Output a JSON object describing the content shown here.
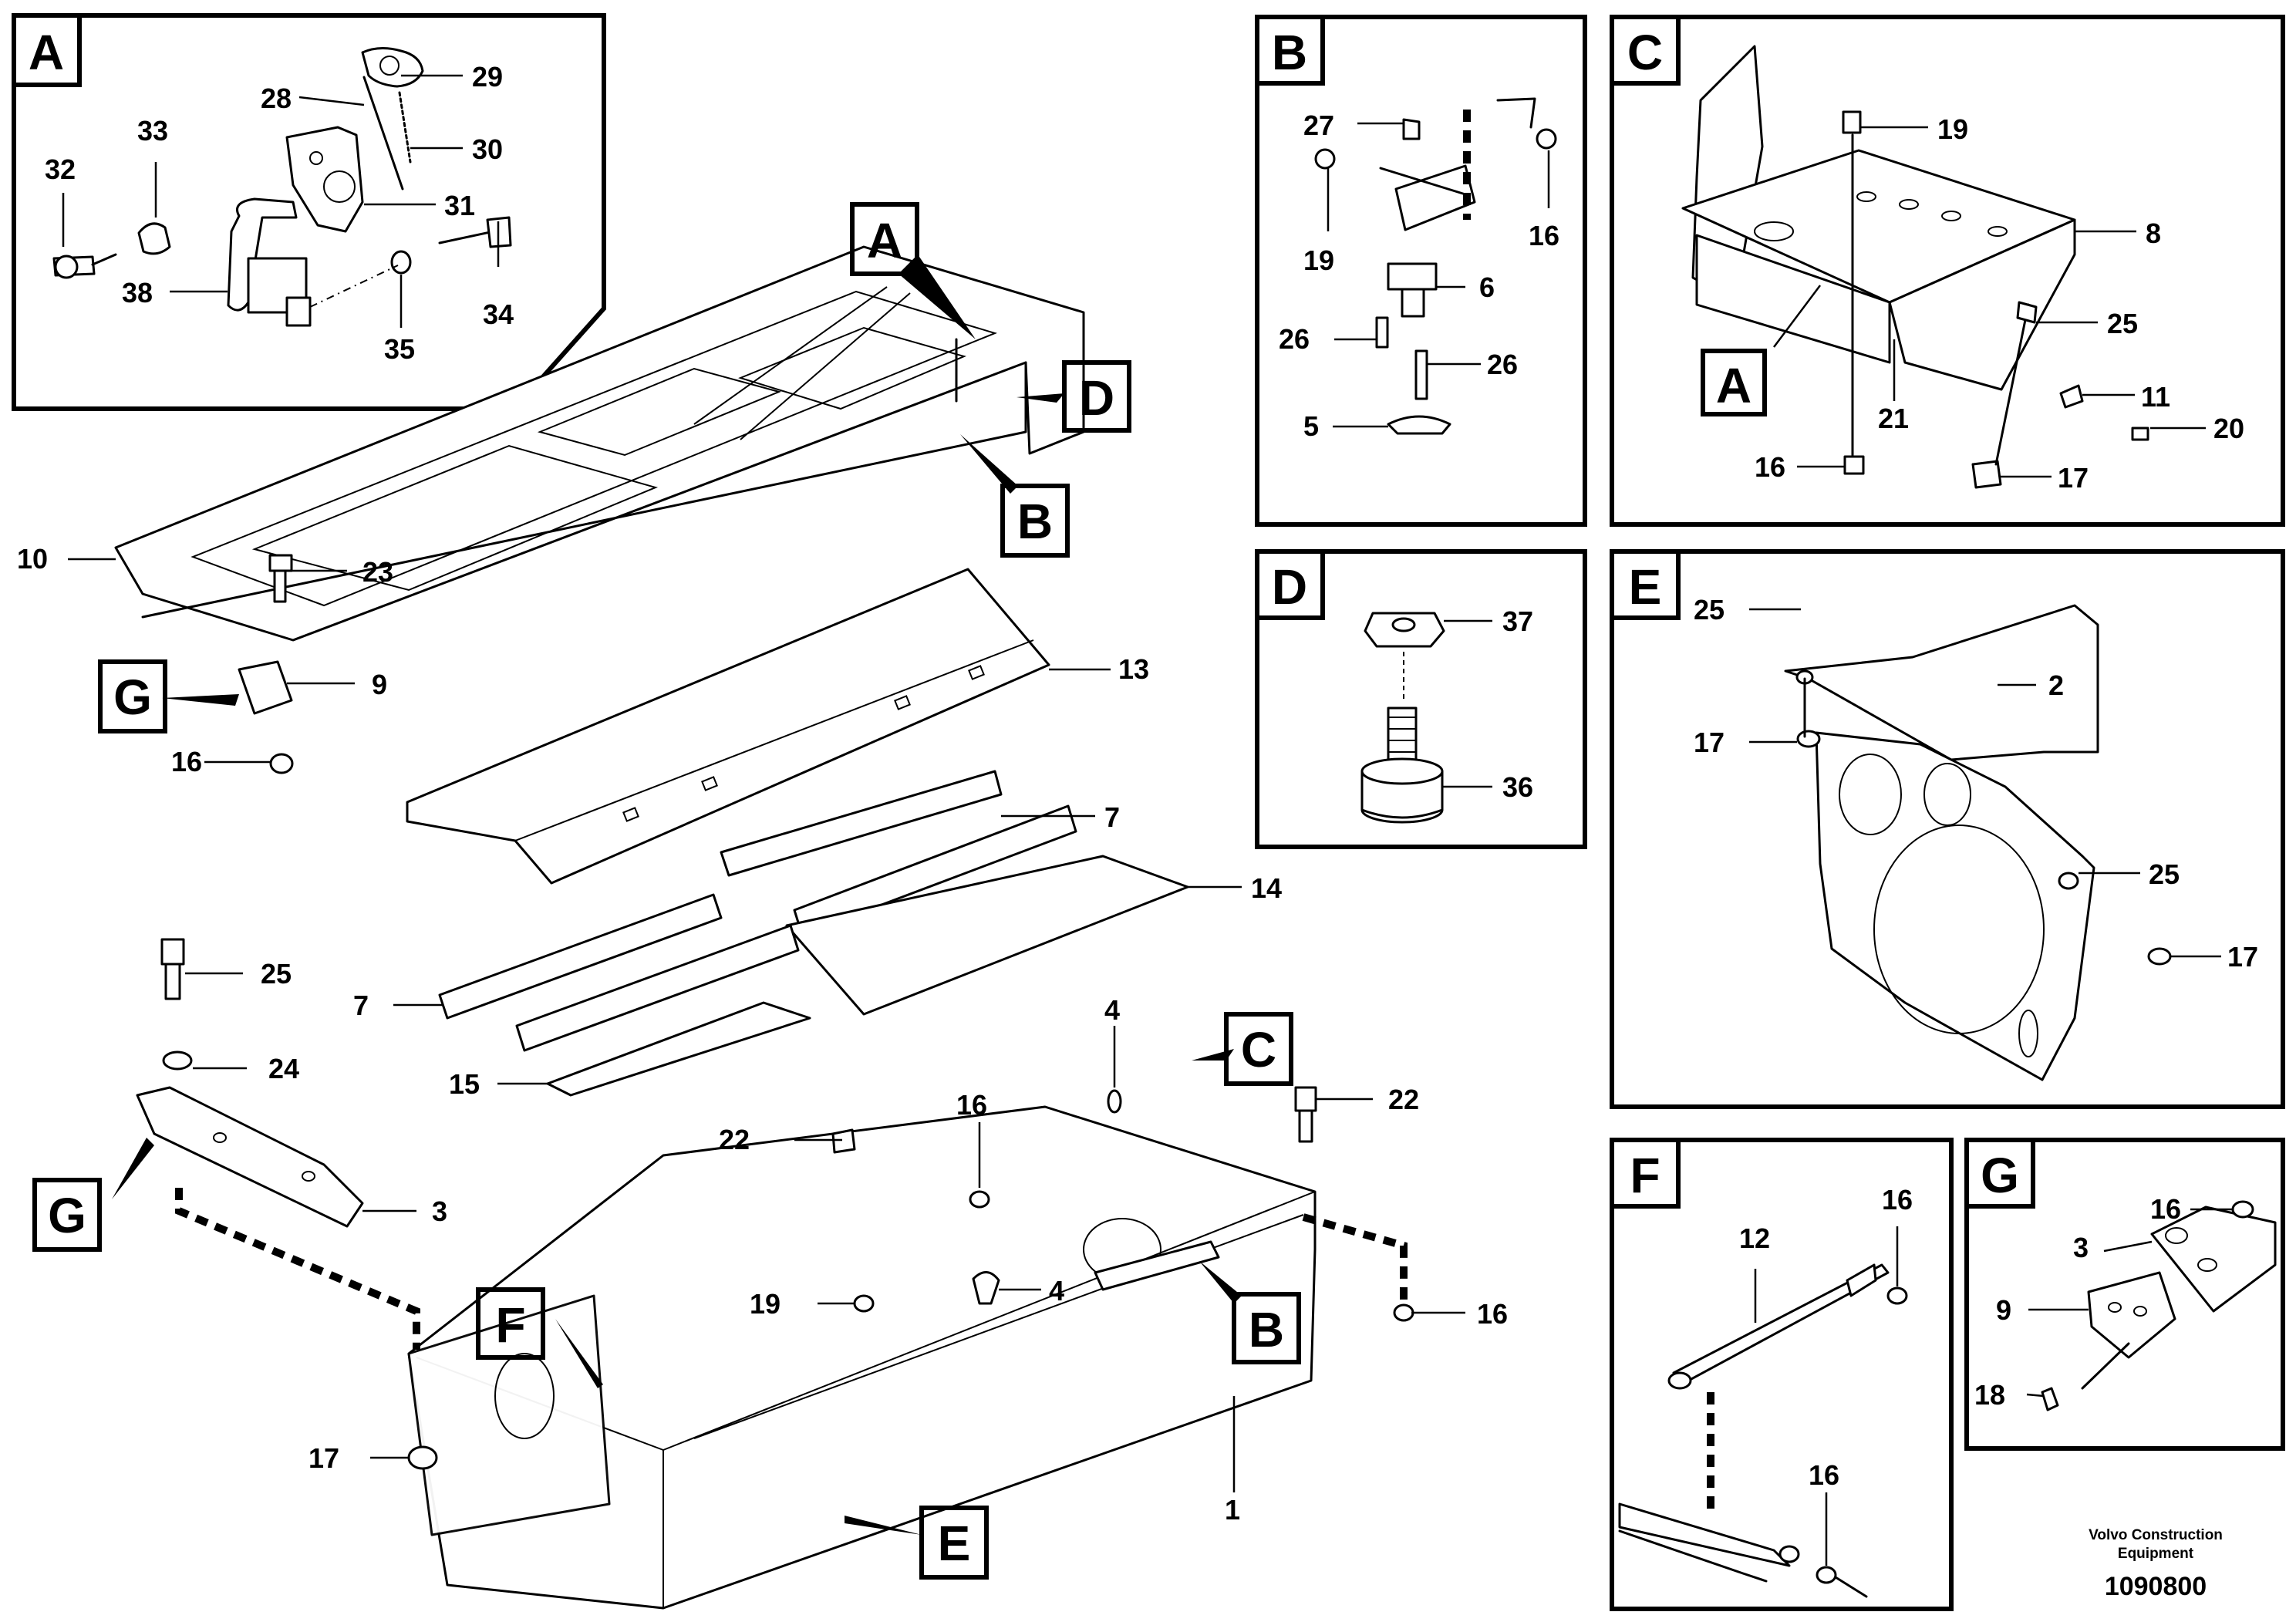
{
  "details": {
    "A": {
      "letter": "A"
    },
    "B": {
      "letter": "B"
    },
    "C": {
      "letter": "C"
    },
    "D": {
      "letter": "D"
    },
    "E": {
      "letter": "E"
    },
    "F": {
      "letter": "F"
    },
    "G": {
      "letter": "G"
    }
  },
  "main_refs": {
    "A": "A",
    "B1": "B",
    "B2": "B",
    "C": "C",
    "D": "D",
    "E": "E",
    "F": "F",
    "G1": "G",
    "G2": "G"
  },
  "callouts": {
    "main": {
      "c1": "1",
      "c3": "3",
      "c4a": "4",
      "c4b": "4",
      "c7a": "7",
      "c7b": "7",
      "c9": "9",
      "c10": "10",
      "c13": "13",
      "c14": "14",
      "c15": "15",
      "c16a": "16",
      "c16b": "16",
      "c16c": "16",
      "c17": "17",
      "c19": "19",
      "c22a": "22",
      "c22b": "22",
      "c23": "23",
      "c24": "24",
      "c25": "25"
    },
    "A": {
      "c28": "28",
      "c29": "29",
      "c30": "30",
      "c31": "31",
      "c32": "32",
      "c33": "33",
      "c34": "34",
      "c35": "35",
      "c38": "38"
    },
    "B": {
      "c27": "27",
      "c19": "19",
      "c16": "16",
      "c6": "6",
      "c26a": "26",
      "c26b": "26",
      "c5": "5"
    },
    "C": {
      "c19": "19",
      "c8": "8",
      "c25": "25",
      "c21": "21",
      "c11": "11",
      "c20": "20",
      "c16": "16",
      "c17": "17",
      "cA": "A"
    },
    "D": {
      "c37": "37",
      "c36": "36"
    },
    "E": {
      "c25a": "25",
      "c2": "2",
      "c17a": "17",
      "c25b": "25",
      "c17b": "17"
    },
    "F": {
      "c12": "12",
      "c16a": "16",
      "c16b": "16"
    },
    "G": {
      "c16": "16",
      "c3": "3",
      "c9": "9",
      "c18": "18"
    }
  },
  "footer": {
    "brand_line1": "Volvo Construction",
    "brand_line2": "Equipment",
    "drawing_number": "1090800"
  },
  "colors": {
    "ink": "#000000",
    "paper": "#ffffff"
  }
}
